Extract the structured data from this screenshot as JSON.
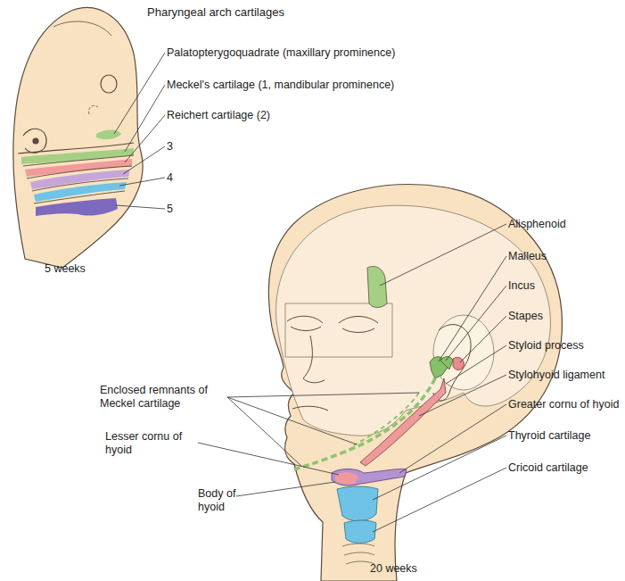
{
  "diagram": {
    "title": "Pharyngeal arch cartilages",
    "labels": [
      "Palatopterygoquadrate (maxillary prominence)",
      "Meckel's cartilage (1, mandibular prominence)",
      "Reichert cartilage (2)",
      "3",
      "4",
      "5",
      "5 weeks",
      "Alisphenoid",
      "Malleus",
      "Incus",
      "Stapes",
      "Styloid process",
      "Stylohyoid ligament",
      "Greater cornu of hyoid",
      "Thyroid cartilage",
      "Cricoid cartilage",
      "Enclosed remnants of Meckel cartilage",
      "Lesser cornu of hyoid",
      "Body of hyoid",
      "20 weeks"
    ]
  }
}
